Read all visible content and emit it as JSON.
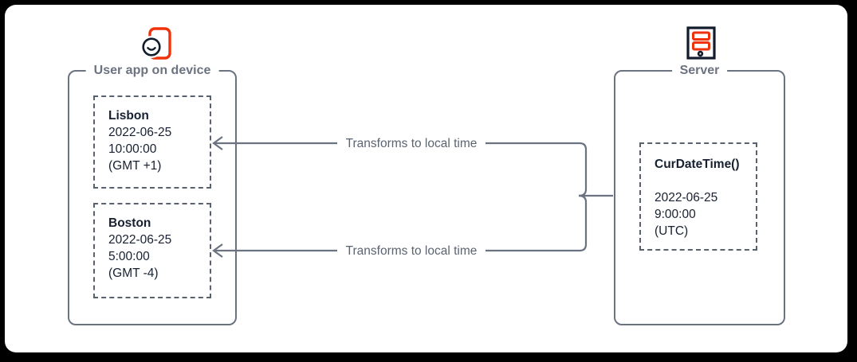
{
  "device_group": {
    "label": "User app on device",
    "cards": [
      {
        "title": "Lisbon",
        "date": "2022-06-25",
        "time": "10:00:00",
        "offset": "(GMT +1)"
      },
      {
        "title": "Boston",
        "date": "2022-06-25",
        "time": "5:00:00",
        "offset": "(GMT -4)"
      }
    ]
  },
  "server_group": {
    "label": "Server",
    "card": {
      "title": "CurDateTime()",
      "date": "2022-06-25",
      "time": "9:00:00",
      "offset": "(UTC)"
    }
  },
  "arrows": {
    "top_label": "Transforms to local time",
    "bottom_label": "Transforms to local time"
  },
  "icons": {
    "device": "phone-with-user-icon",
    "server": "server-rack-icon"
  },
  "colors": {
    "accent_red": "#f0320a",
    "line_gray": "#6b7280",
    "dashed_gray": "#59616e",
    "text_dark": "#172030",
    "background": "#000000",
    "card_bg": "#ffffff"
  }
}
